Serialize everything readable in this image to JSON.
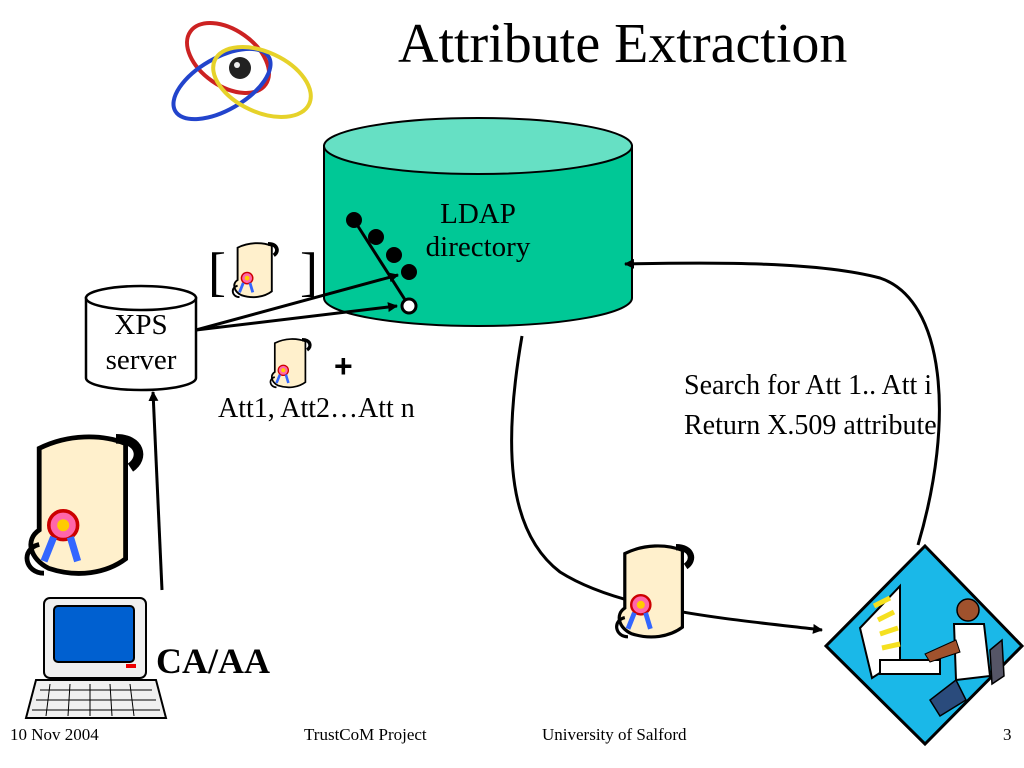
{
  "slide": {
    "title": "Attribute Extraction",
    "ldap_label_line1": "LDAP",
    "ldap_label_line2": "directory",
    "xps_label_line1": "XPS",
    "xps_label_line2": "server",
    "plus_sign": "+",
    "attributes_label": "Att1, Att2…Att n",
    "search_line1": "Search for Att 1.. Att i",
    "search_line2": "Return X.509 attribute",
    "ca_label": "CA/AA",
    "bracket_open": "[",
    "bracket_close": "]"
  },
  "footer": {
    "date": "10 Nov 2004",
    "project": "TrustCoM Project",
    "university": "University of Salford",
    "page_number": "3"
  },
  "icons": [
    "logo-rings-icon",
    "certificate-scroll-icon",
    "computer-terminal-icon",
    "person-at-computer-icon"
  ],
  "colors": {
    "cylinder_body": "#00c896",
    "cylinder_top": "#66e0c4",
    "scroll": "#fff0cc",
    "person_bg": "#1ab8e8"
  }
}
